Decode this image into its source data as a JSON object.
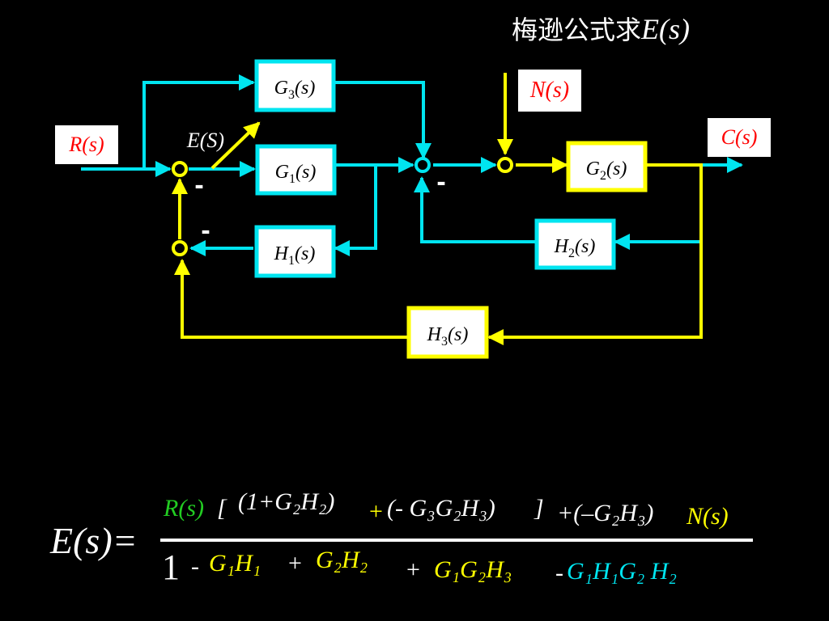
{
  "title": {
    "chinese": "梅逊公式求",
    "expr": "E(s)"
  },
  "signals": {
    "R": "R(s)",
    "N": "N(s)",
    "C": "C(s)",
    "E": "E(S)"
  },
  "blocks": {
    "G3": {
      "name": "G",
      "sub": "3",
      "arg": "(s)"
    },
    "G1": {
      "name": "G",
      "sub": "1",
      "arg": "(s)"
    },
    "G2": {
      "name": "G",
      "sub": "2",
      "arg": "(s)"
    },
    "H1": {
      "name": "H",
      "sub": "1",
      "arg": "(s)"
    },
    "H2": {
      "name": "H",
      "sub": "2",
      "arg": "(s)"
    },
    "H3": {
      "name": "H",
      "sub": "3",
      "arg": "(s)"
    }
  },
  "minus_sign": "-",
  "equation": {
    "lhs": "E(s)=",
    "num_R": "R(s)",
    "num_bracket_open": "[",
    "num_term1": "(1+G₂H₂)",
    "num_plus1": "+",
    "num_term2": "(- G₃G₂H₃)",
    "num_bracket_close": "]",
    "num_term3": "+(–G₂H₃)",
    "num_N": "N(s)",
    "den_one": "1",
    "den_minus": "-",
    "den_t1": "G₁H₁",
    "den_plus1": "+",
    "den_t2": "G₂H₂",
    "den_plus2": "+",
    "den_t3": "G₁G₂H₃",
    "den_minus2": "-",
    "den_t4": "G₁H₁G₂ H₂"
  },
  "colors": {
    "cyan": "#00e5f0",
    "yellow": "#ffff00",
    "red": "#ff0000",
    "green": "#22cc22",
    "white": "#ffffff",
    "background": "#000000"
  }
}
